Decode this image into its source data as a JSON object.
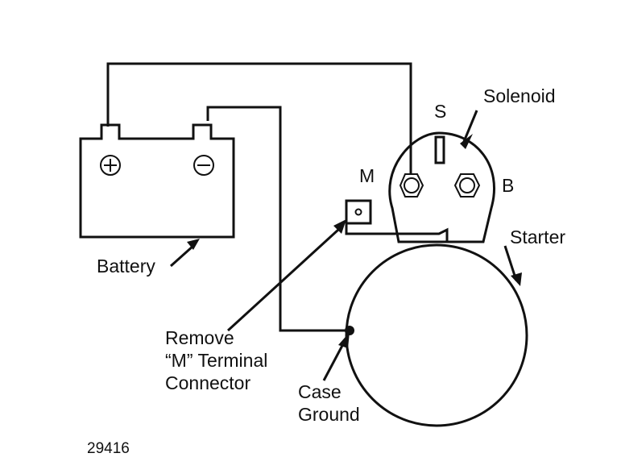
{
  "labels": {
    "solenoid": "Solenoid",
    "s_terminal": "S",
    "m_terminal": "M",
    "b_terminal": "B",
    "starter": "Starter",
    "battery": "Battery",
    "remove_line1": "Remove",
    "remove_line2": "“M” Terminal",
    "remove_line3": "Connector",
    "case_line1": "Case",
    "case_line2": "Ground",
    "figure_number": "29416",
    "plus_symbol": "⊕",
    "minus_symbol": "⊖"
  },
  "icons": [
    "battery-icon",
    "solenoid-icon",
    "starter-motor-icon",
    "terminal-nut-icon",
    "arrow-icon"
  ],
  "colors": {
    "ink": "#111111",
    "background": "#ffffff"
  }
}
